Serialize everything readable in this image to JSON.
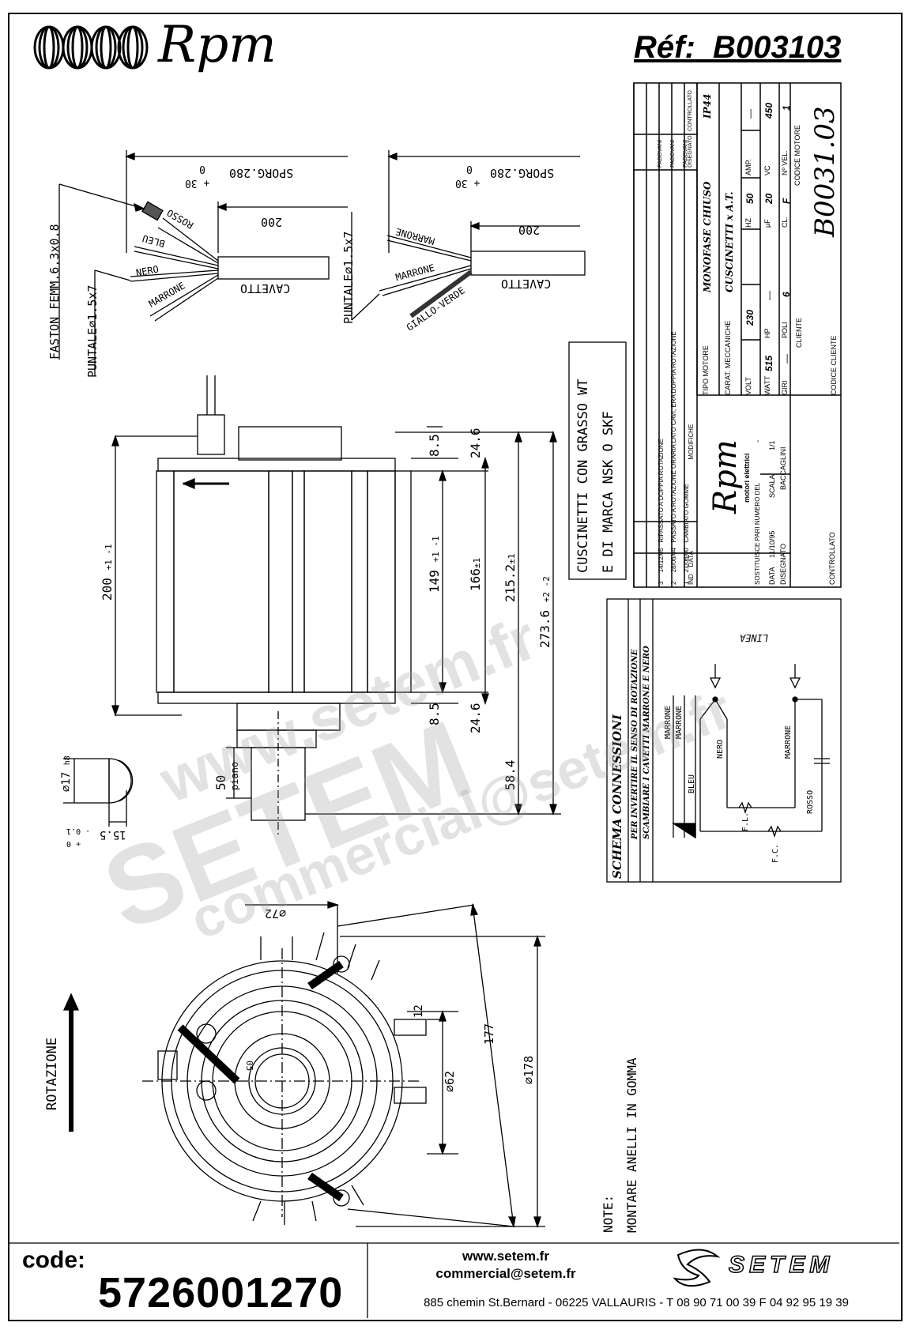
{
  "header": {
    "brand": "Rpm",
    "ref_label": "Réf:",
    "ref_value": "B003103"
  },
  "wiring_left": {
    "faston": "FASTON FEMM.6.3x0.8",
    "puntale": "PUNTALE⌀1.5x7",
    "sporg": "SPORG.280",
    "sporg_tol_plus": "+ 30",
    "sporg_tol_minus": "0",
    "length": "200",
    "cable": "CAVETTO",
    "wires": [
      "ROSSO",
      "BLEU",
      "NERO",
      "MARRONE"
    ]
  },
  "wiring_right": {
    "puntale": "PUNTALE⌀1.5x7",
    "sporg": "SPORG.280",
    "sporg_tol_plus": "+ 30",
    "sporg_tol_minus": "0",
    "length": "200",
    "cable": "CAVETTO",
    "wires": [
      "MARRONE",
      "MARRONE",
      "GIALLO-VERDE"
    ]
  },
  "note_bearings": {
    "line1": "CUSCINETTI CON GRASSO WT",
    "line2": "E DI MARCA NSK O SKF"
  },
  "side_view": {
    "dims": {
      "d200": "200",
      "d200_tol": "+1 -1",
      "d8_5_top": "8.5",
      "d24_6_top": "24.6",
      "d149": "149",
      "d149_tol": "+1 -1",
      "d166": "166",
      "d166_tol": "±1",
      "d215_2": "215.2",
      "d215_tol": "±1",
      "d273_6": "273.6",
      "d273_tol": "+2 -2",
      "d8_5_bot": "8.5",
      "d24_6_bot": "24.6",
      "d58_4": "58.4",
      "d50": "50",
      "piano": "piano"
    }
  },
  "shaft_detail": {
    "diameter": "⌀17",
    "fit": "h8",
    "flat": "15.5",
    "flat_tol_plus": "+ 0",
    "flat_tol_minus": "- 0.1"
  },
  "front_view": {
    "rotation_label": "ROTAZIONE",
    "dims": {
      "d72": "⌀72",
      "d12": "12",
      "d62": "⌀62",
      "d177": "177",
      "d178": "⌀178",
      "d05": "05"
    }
  },
  "note_rings": {
    "label": "NOTE:",
    "text": "MONTARE ANELLI IN GOMMA"
  },
  "connection_scheme": {
    "title": "SCHEMA CONNESSIONI",
    "sub1": "PER INVERTIRE IL SENSO DI ROTAZIONE",
    "sub2": "SCAMBIARE I CAVETTI MARRONE E NERO",
    "labels": {
      "linea": "LINEA",
      "marrone1": "MARRONE",
      "marrone2": "MARRONE",
      "bleu": "BLEU",
      "nero": "NERO",
      "marrone3": "MARRONE",
      "rosso": "ROSSO",
      "fl": "F.L.",
      "fc": "F.C."
    }
  },
  "title_block": {
    "rev_rows": [
      {
        "ind": "3",
        "date": "14/12/05",
        "text": "RIPASSATO A DOPPIA ROTAZIONE",
        "by": "PADOVANI"
      },
      {
        "ind": "2",
        "date": "28/06/04",
        "text": "PASSATO A ROTAZIONE ORARIA LATO CAVI, ERA DOPPIA ROTAZIONE",
        "by": "PADOVANI"
      },
      {
        "ind": "1",
        "date": "21/06/00",
        "text": "CAMBIATO GOMME",
        "by": "PADOVANI"
      }
    ],
    "rev_headers": {
      "ind": "IND",
      "date": "DATA",
      "mod": "MODIFICHE",
      "drawn": "DISEGNATO",
      "checked": "CONTROLLATO"
    },
    "motor_type_label": "TIPO MOTORE",
    "motor_type": "MONOFASE CHIUSO",
    "protection": "IP44",
    "mech_label": "CARAT. MECCANICHE",
    "mech_value": "CUSCINETTI x A.T.",
    "volt_label": "VOLT",
    "volt": "230",
    "hz_label": "HZ",
    "hz": "50",
    "amp_label": "AMP.",
    "amp": "—",
    "watt_label": "WATT",
    "watt": "515",
    "hp_label": "HP",
    "hp": "—",
    "uf_label": "µF",
    "uf": "20",
    "vc_label": "VC",
    "vc": "450",
    "giri_label": "GIRI",
    "giri": "—",
    "poli_label": "POLI",
    "poli": "6",
    "cl_label": "CL.",
    "cl": "F",
    "vel_label": "Nº VEL.",
    "vel": "1",
    "cliente_label": "CLIENTE",
    "codice_cliente_label": "CODICE CLIENTE",
    "codice_motore_label": "CODICE MOTORE",
    "codice_motore": "B0031.03",
    "brand_small": "Rpm",
    "brand_sub": "motori elettrici",
    "sostituisce_label": "SOSTITUISCE PARI NUMERO DEL",
    "sostituisce": "-",
    "data_label": "DATA",
    "data": "11/10/95",
    "scala_label": "SCALA",
    "scala": "1/1",
    "disegnato_label": "DISEGNATO",
    "disegnato": "BACCAGLINI",
    "controllato_label": "CONTROLLATO"
  },
  "watermarks": [
    "www.setem.fr",
    "SETEM",
    "commercial@setem.fr"
  ],
  "footer": {
    "code_label": "code:",
    "code_value": "5726001270",
    "website": "www.setem.fr",
    "email": "commercial@setem.fr",
    "address": "885 chemin St.Bernard  -  06225 VALLAURIS  -  T 08 90 71 00 39   F 04 92 95 19 39",
    "company": "SETEM"
  }
}
